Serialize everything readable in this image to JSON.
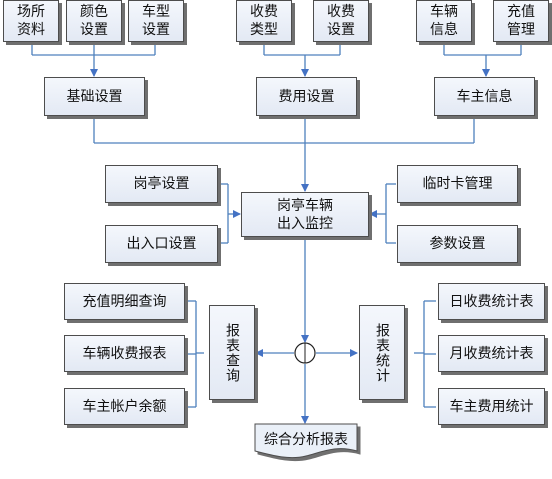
{
  "nodes": {
    "venue_data": "场所\n资料",
    "color_setting": "颜色\n设置",
    "car_type_setting": "车型\n设置",
    "charge_type": "收费\n类型",
    "charge_setting": "收费\n设置",
    "vehicle_info": "车辆\n信息",
    "recharge_mgmt": "充值\n管理",
    "basic_setting": "基础设置",
    "fee_setting": "费用设置",
    "owner_info": "车主信息",
    "booth_setting": "岗亭设置",
    "entrance_setting": "出入口设置",
    "monitor": "岗亭车辆\n出入监控",
    "temp_card_mgmt": "临时卡管理",
    "param_setting": "参数设置",
    "recharge_detail_query": "充值明细查询",
    "vehicle_charge_report": "车辆收费报表",
    "owner_balance": "车主帐户余额",
    "report_query": "报表查询",
    "report_stats": "报表统计",
    "daily_stats": "日收费统计表",
    "monthly_stats": "月收费统计表",
    "owner_fee_stats": "车主费用统计",
    "analysis_report": "综合分析报表"
  }
}
